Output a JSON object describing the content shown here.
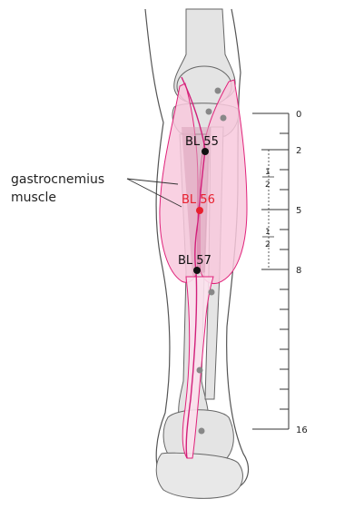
{
  "annotation": {
    "line1": "gastrocnemius",
    "line2": "muscle"
  },
  "points": [
    {
      "id": "bl55",
      "label": "BL 55",
      "color": "#111111"
    },
    {
      "id": "bl56",
      "label": "BL 56",
      "color": "#e8202e"
    },
    {
      "id": "bl57",
      "label": "BL 57",
      "color": "#111111"
    }
  ],
  "scale": {
    "labels": [
      "0",
      "2",
      "5",
      "8",
      "16"
    ],
    "fraction_top": {
      "num": "1",
      "den": "2"
    },
    "fraction_bottom": {
      "num": "1",
      "den": "2"
    }
  },
  "colors": {
    "muscle_fill": "#f8c9dd",
    "muscle_stroke": "#e0227a",
    "bone_fill": "#e4e4e4",
    "bone_stroke": "#666666",
    "scale_line": "#333333",
    "highlight": "#d21f7a"
  }
}
